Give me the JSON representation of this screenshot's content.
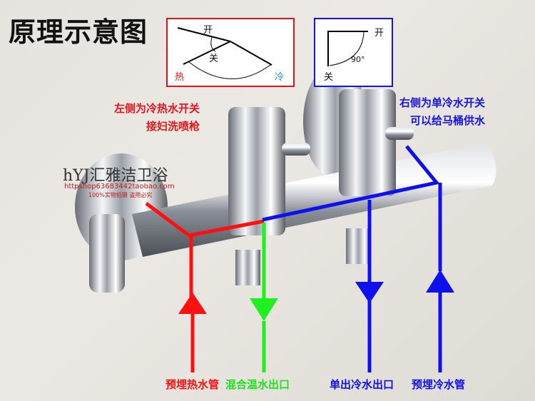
{
  "title": "原理示意图",
  "hot_diagram": {
    "open": "开",
    "close": "关",
    "hot": "热",
    "cold": "冷",
    "colors": {
      "border": "#e8141c",
      "hot": "#e8141c",
      "cold": "#1e90e0"
    }
  },
  "cold_diagram": {
    "open": "开",
    "close": "关",
    "angle": "90°",
    "colors": {
      "border": "#1414e8"
    }
  },
  "notes": {
    "left": [
      "左侧为冷热水开关",
      "接妇洗喷枪"
    ],
    "right": [
      "右侧为单冷水开关",
      "可以给马桶供水"
    ]
  },
  "watermark": {
    "brand": "hYJ汇雅洁卫浴",
    "url": "httpshop63683442taobao.com",
    "slogan": "100%实物拍摄 盗用必究"
  },
  "labels": {
    "hot_in": "预埋热水管",
    "mixed_out": "混合温水出口",
    "cold_out": "单出冷水出口",
    "cold_in": "预埋冷水管"
  },
  "colors": {
    "hot": "#ff1010",
    "mixed": "#20f020",
    "cold": "#1010ee"
  }
}
